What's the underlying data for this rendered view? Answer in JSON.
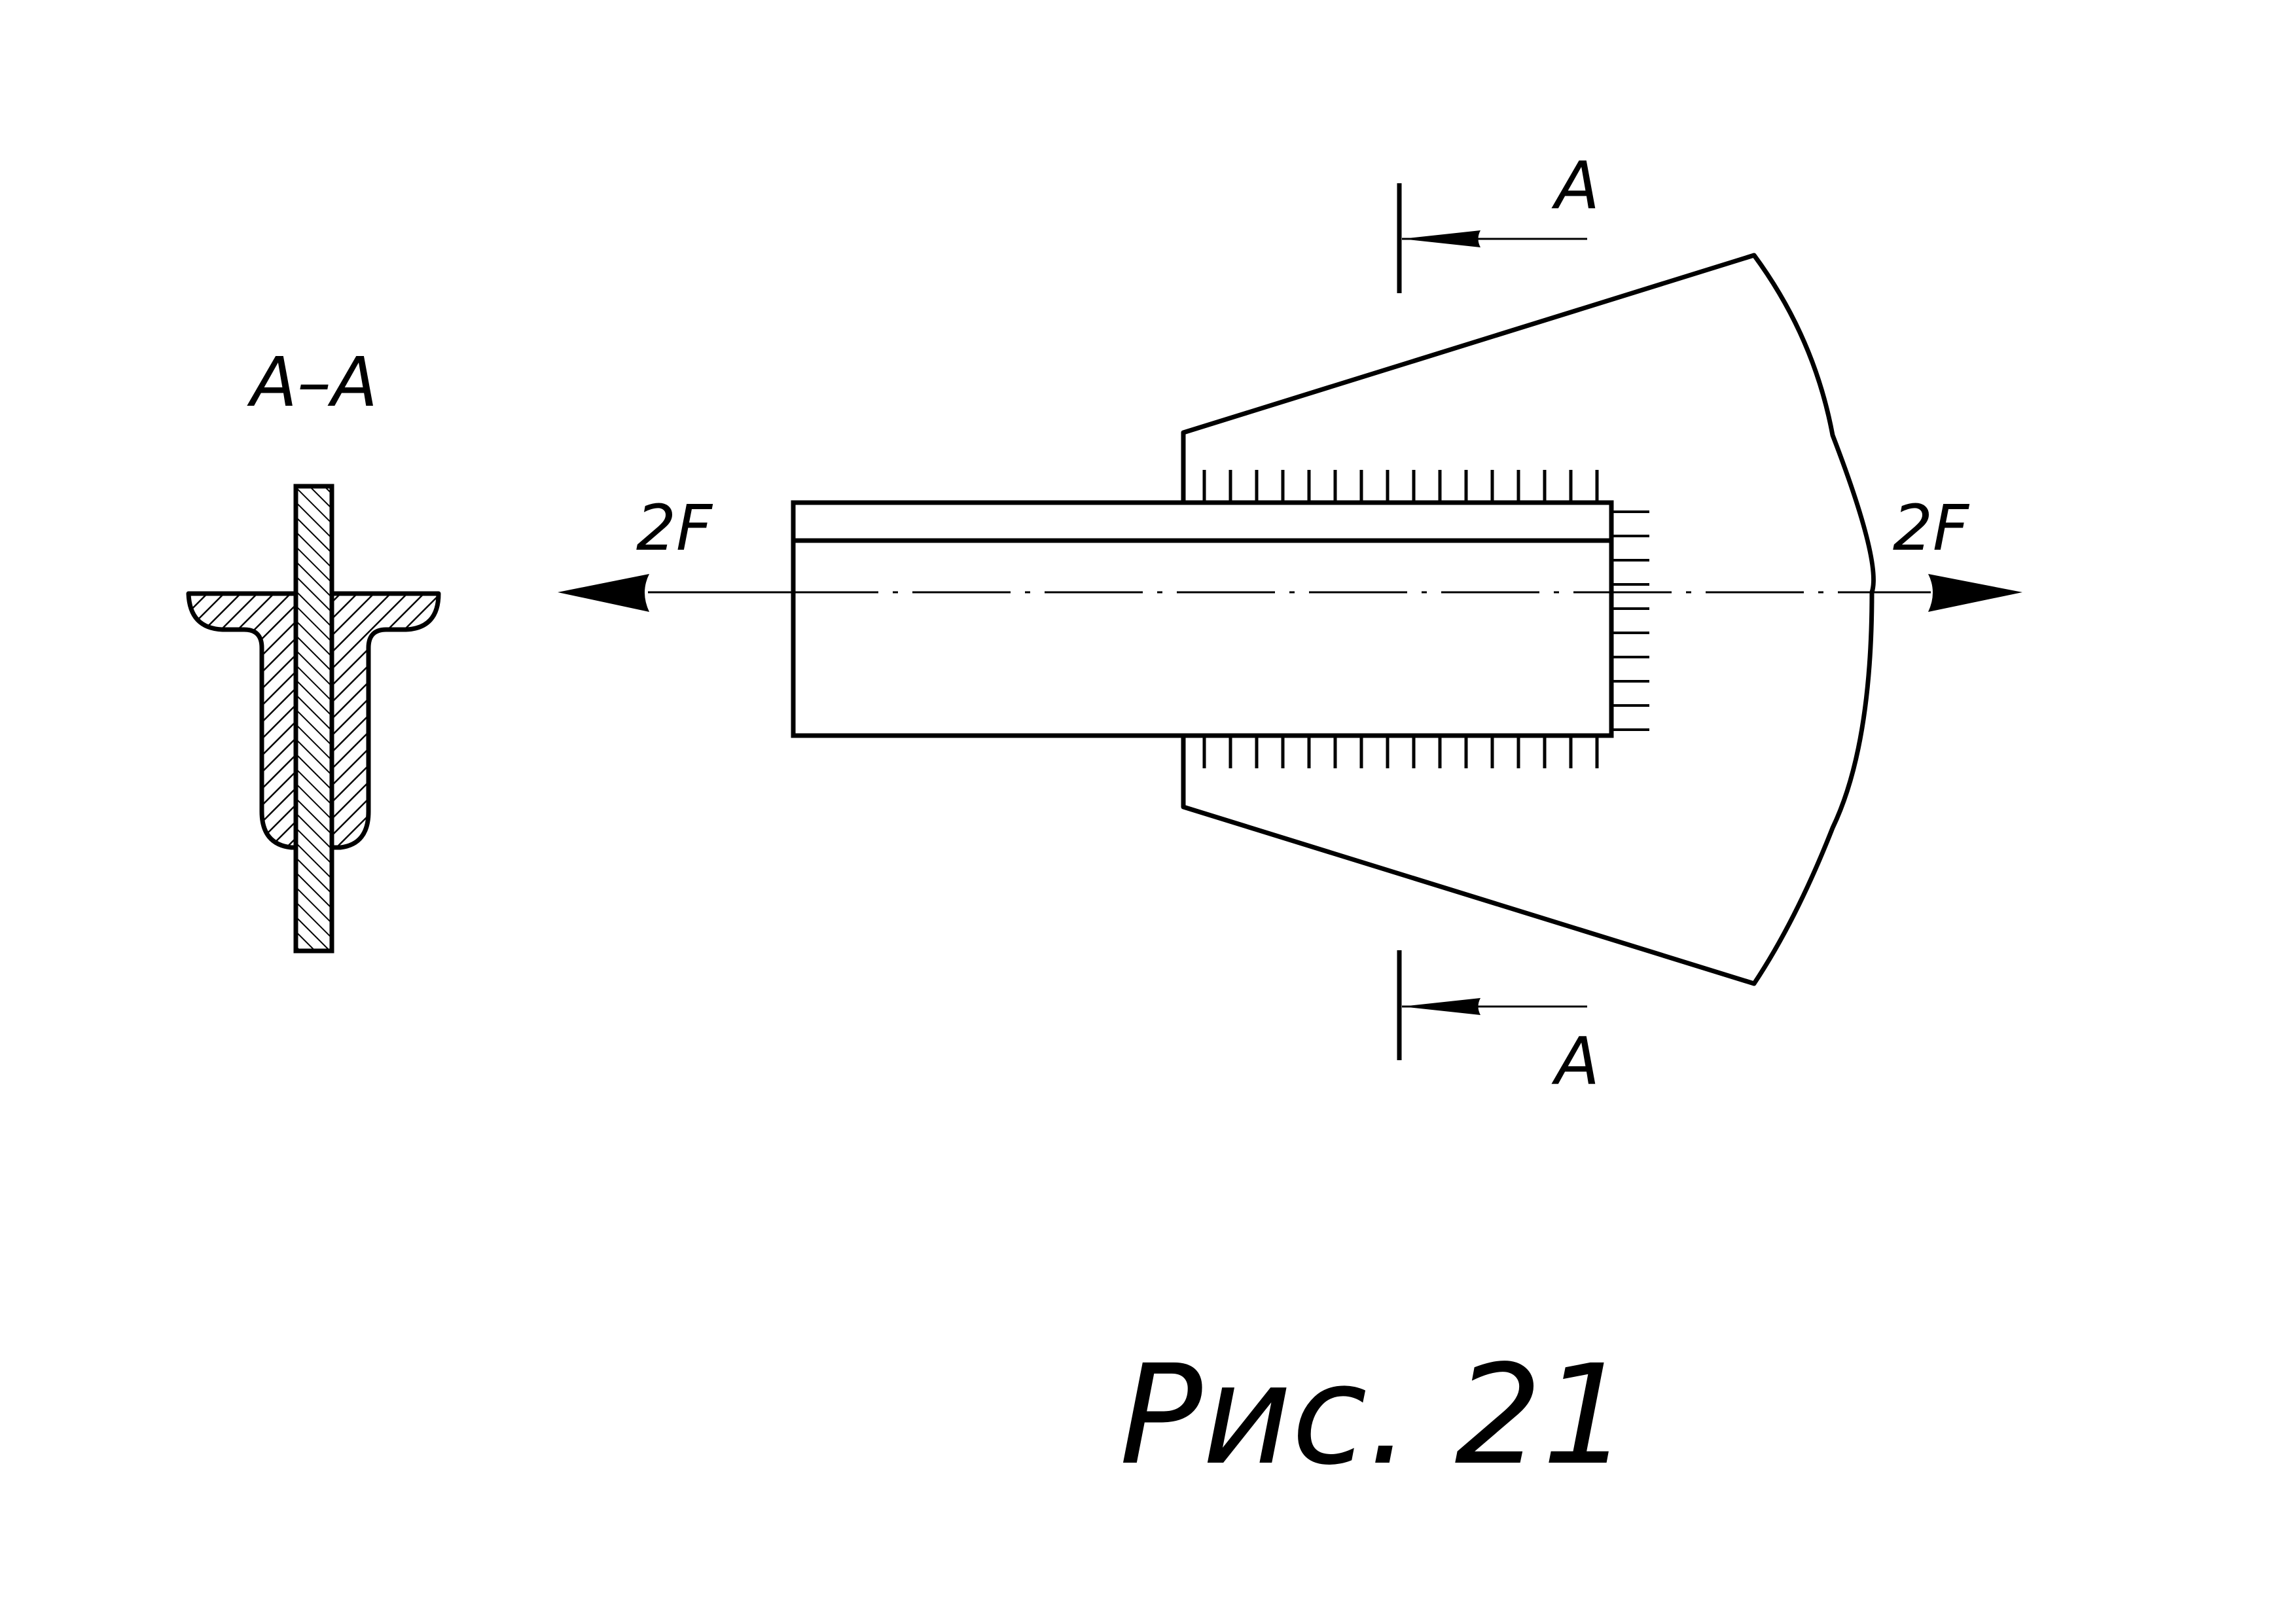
{
  "section_title": "A–A",
  "force_left": "2F",
  "force_right": "2F",
  "cut_top": "A",
  "cut_bottom": "A",
  "caption": "Рис. 21"
}
